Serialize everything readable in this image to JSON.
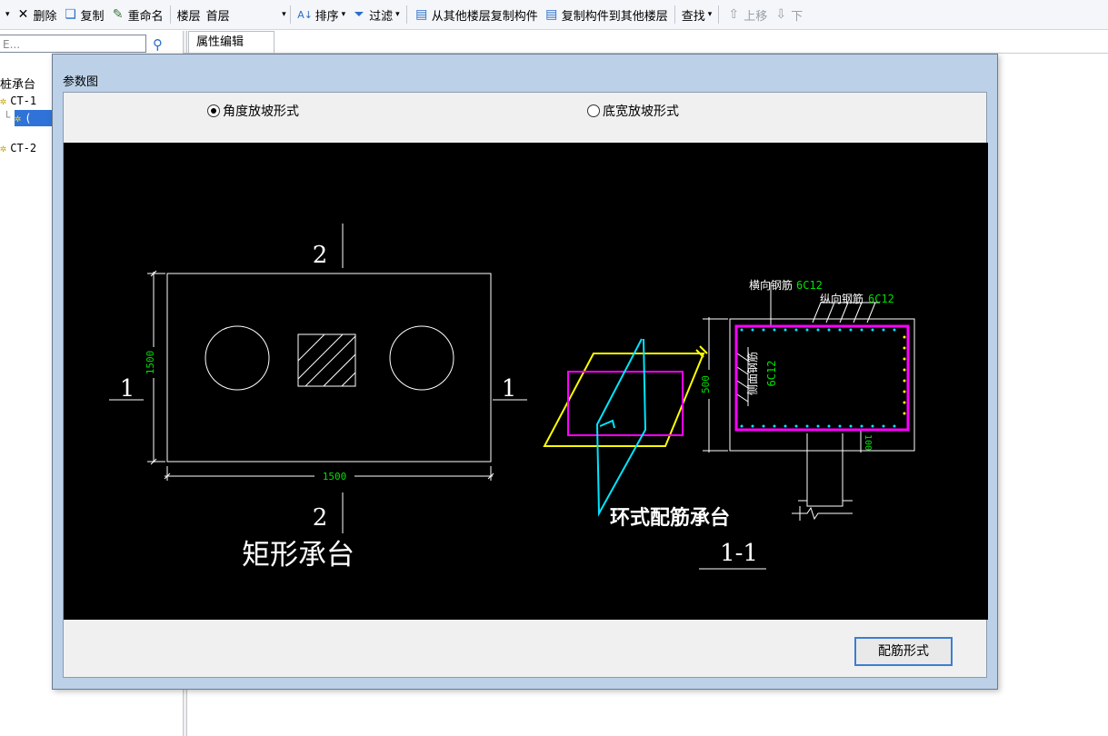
{
  "toolbar": {
    "delete": "删除",
    "copy": "复制",
    "rename": "重命名",
    "floor_label": "楼层",
    "floor_value": "首层",
    "sort": "排序",
    "filter": "过滤",
    "copy_from_floor": "从其他楼层复制构件",
    "copy_to_floor": "复制构件到其他楼层",
    "find": "查找",
    "move_up": "上移",
    "move_down": "下"
  },
  "search": {
    "placeholder": "E..."
  },
  "tree": {
    "root": "桩承台",
    "items": [
      "CT-1",
      "(",
      "CT-2"
    ]
  },
  "property_tab": "属性编辑",
  "dialog": {
    "title": "参数图",
    "radio_angle": "角度放坡形式",
    "radio_width": "底宽放坡形式",
    "rebar_button": "配筋形式"
  },
  "drawing": {
    "left_title": "矩形承台",
    "section_mark_top": "2",
    "section_mark_bottom": "2",
    "section_mark_left": "1",
    "section_mark_right": "1",
    "dim_width": "1500",
    "dim_height": "1500",
    "right_title": "环式配筋承台",
    "section_title": "1-1",
    "transverse_label": "横向钢筋",
    "transverse_value": "6C12",
    "longitudinal_label": "纵向钢筋",
    "longitudinal_value": "6C12",
    "side_label": "侧面钢筋",
    "side_value": "6C12",
    "dim_depth": "500",
    "dim_cover": "100"
  },
  "colors": {
    "magenta": "#ff00ff",
    "yellow": "#ffff00",
    "cyan": "#00e5ff",
    "green": "#00e000",
    "canvas_bg": "#000000",
    "dialog_frame": "#bcd1e8"
  }
}
